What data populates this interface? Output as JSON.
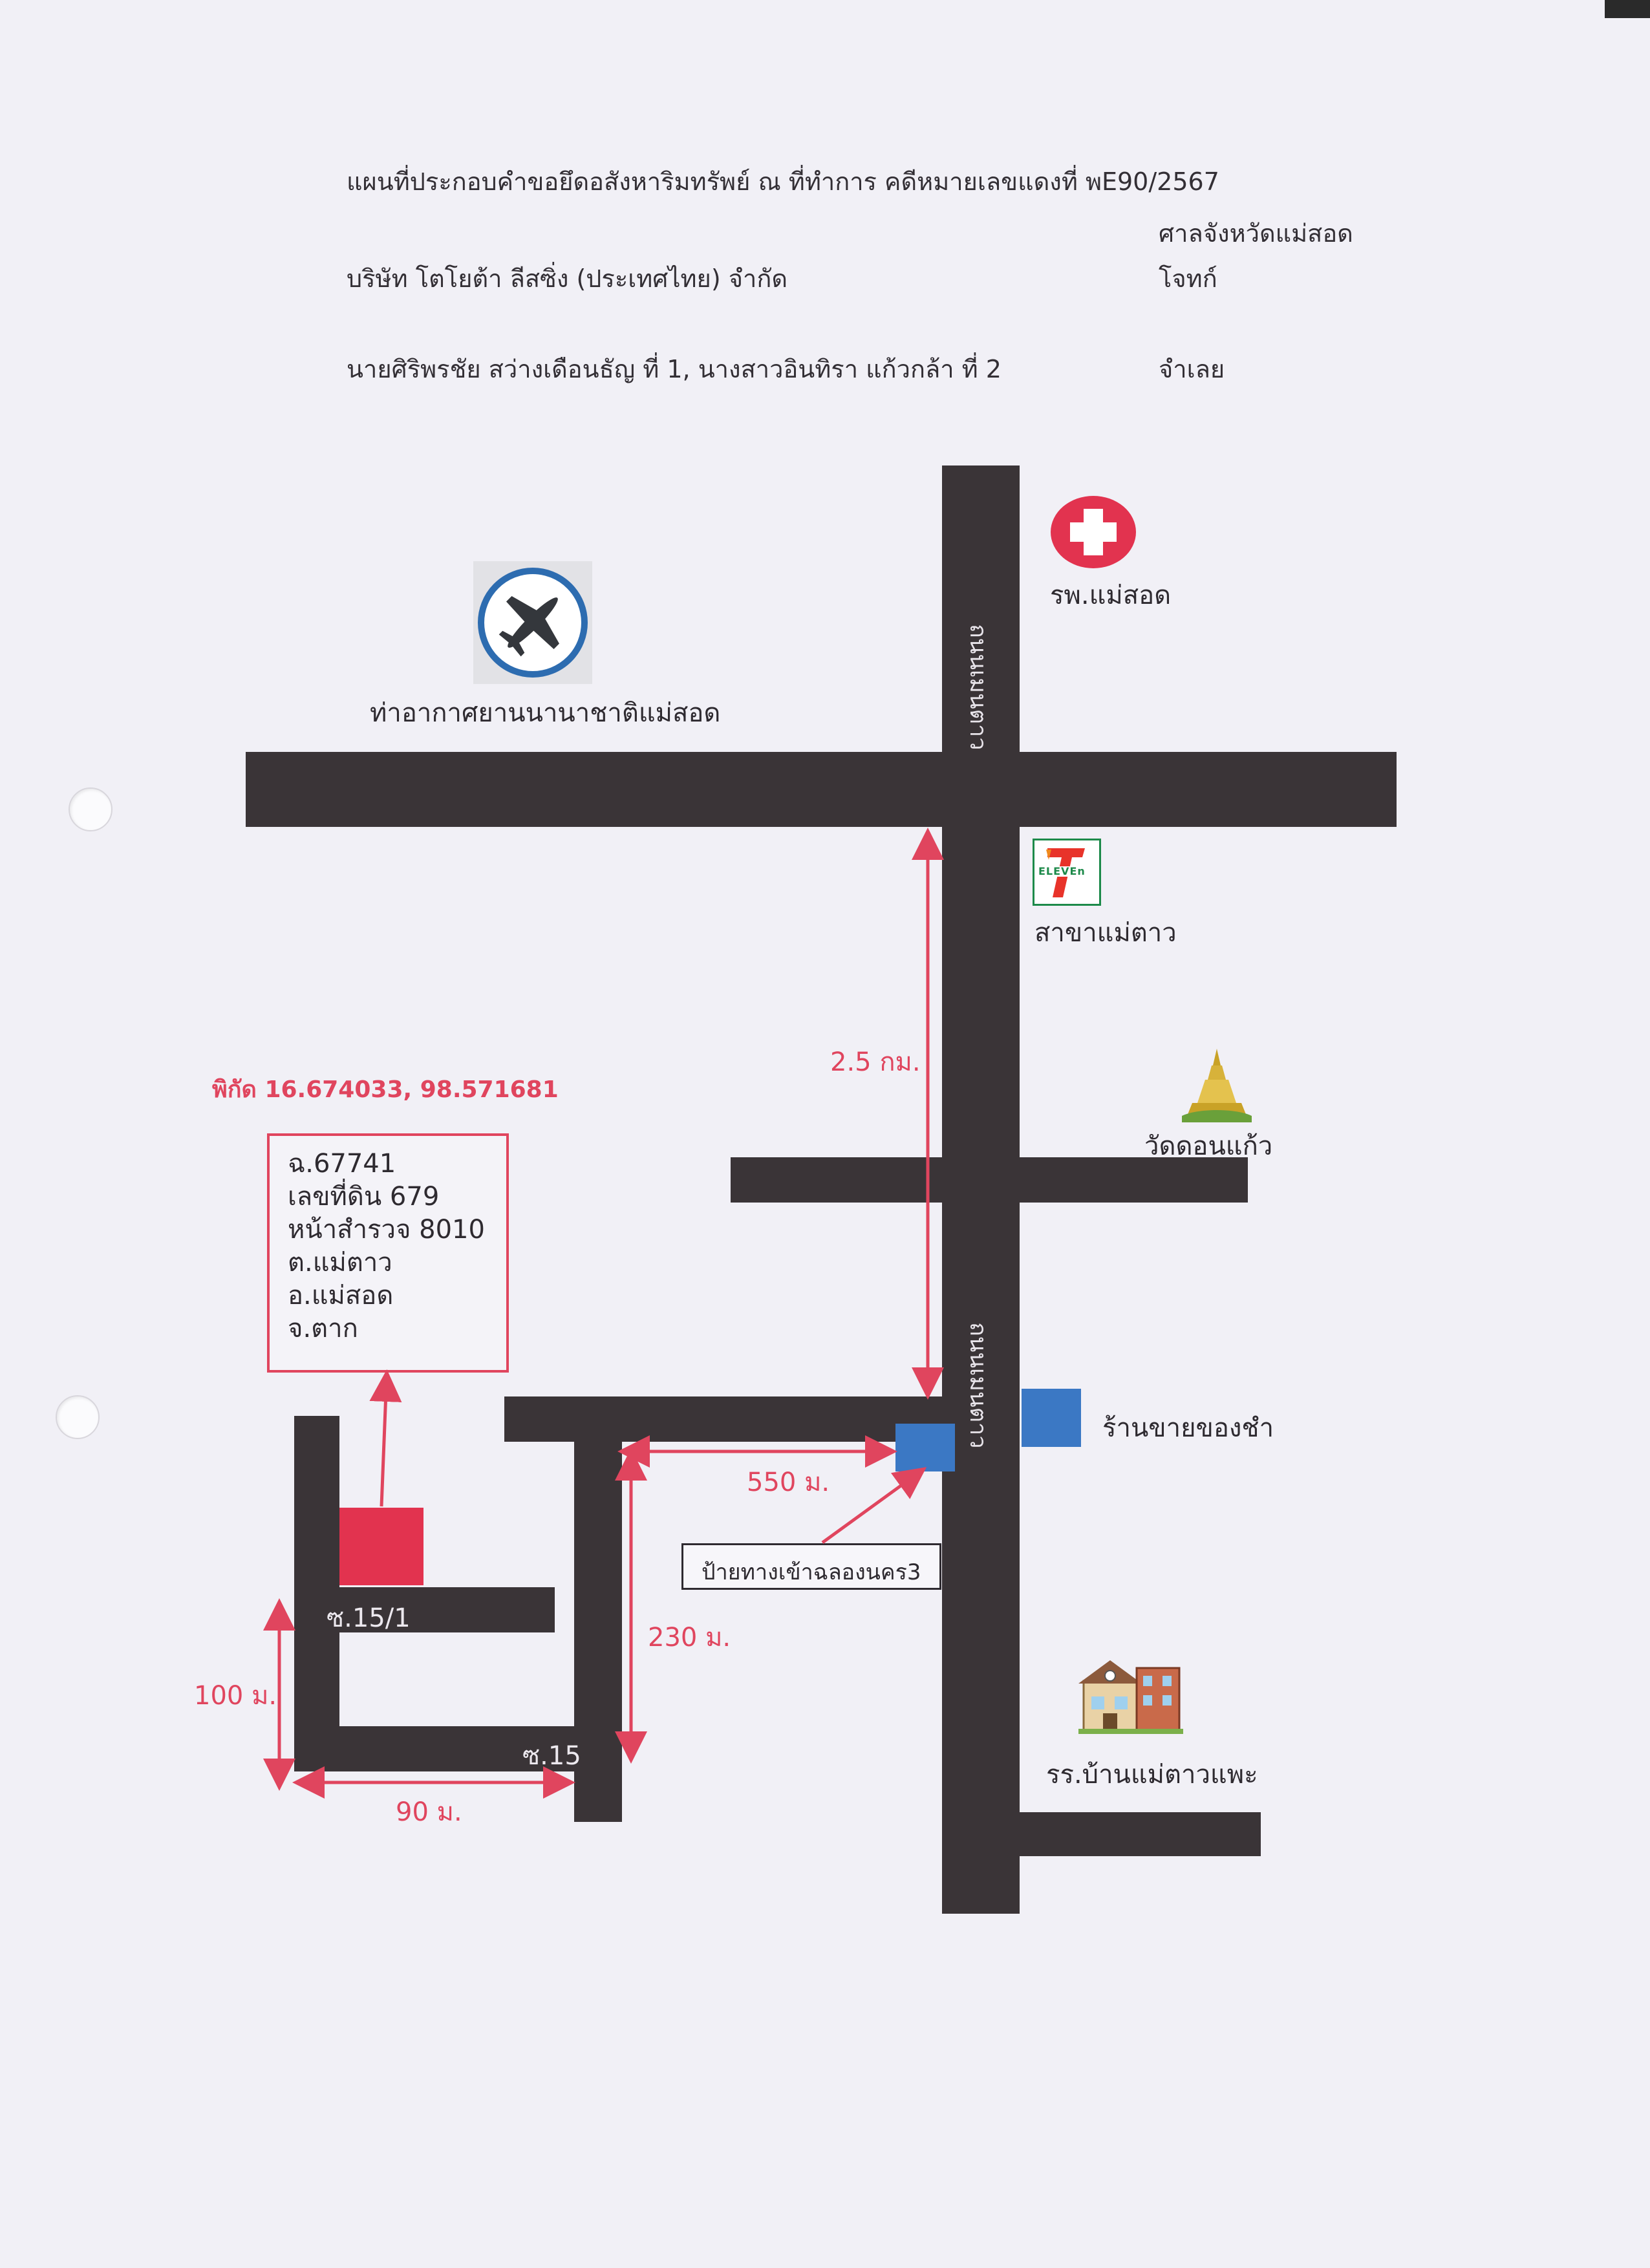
{
  "header": {
    "line1": "แผนที่ประกอบคำขอยึดอสังหาริมทรัพย์ ณ ที่ทำการ คดีหมายเลขแดงที่ พE90/2567",
    "court": "ศาลจังหวัดแม่สอด",
    "plaintiff_name": "บริษัท โตโยต้า ลีสซิ่ง (ประเทศไทย) จำกัด",
    "plaintiff_role": "โจทก์",
    "defendant_name": "นายศิริพรชัย สว่างเดือนธัญ ที่ 1, นางสาวอินทิรา แก้วกล้า ที่ 2",
    "defendant_role": "จำเลย"
  },
  "landmarks": {
    "airport": "ท่าอากาศยานนานาชาติแม่สอด",
    "hospital": "รพ.แม่สอด",
    "seven_eleven_logo": "ELEVEn",
    "seven_eleven": "สาขาแม่ตาว",
    "temple": "วัดดอนแก้ว",
    "shop": "ร้านขายของชำ",
    "school": "รร.บ้านแม่ตาวแพะ",
    "entrance_sign": "ป้ายทางเข้าฉลองนคร3"
  },
  "roads": {
    "main_road_upper": "ถนนเมนตาว",
    "main_road_lower": "ถนนเมนตาว",
    "soi_15_1": "ซ.15/1",
    "soi_15": "ซ.15"
  },
  "coordinates": "พิกัด 16.674033, 98.571681",
  "property": {
    "lines": [
      "ฉ.67741",
      "เลขที่ดิน 679",
      "หน้าสำรวจ 8010",
      "ต.แม่ตาว",
      "อ.แม่สอด",
      "จ.ตาก"
    ]
  },
  "distances": {
    "main": "2.5 กม.",
    "side": "550 ม.",
    "soi": "230 ม.",
    "inner_v": "100 ม.",
    "inner_h": "90 ม."
  },
  "colors": {
    "road": "#3a3437",
    "accent_red": "#e0455e",
    "marker_blue": "#3b78c4",
    "property_red": "#e2334f"
  }
}
